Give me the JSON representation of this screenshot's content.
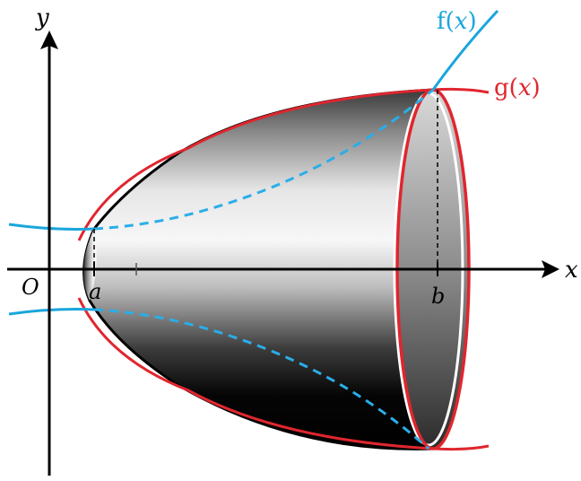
{
  "axes": {
    "x_label": "x",
    "y_label": "y",
    "origin_label": "O"
  },
  "points": {
    "a_label": "a",
    "b_label": "b"
  },
  "curves": {
    "f": {
      "name": "f",
      "variable": "x",
      "color": "#1aa6dc"
    },
    "g": {
      "name": "g",
      "variable": "x",
      "color": "#e0262e"
    }
  },
  "colors": {
    "axis": "#000000",
    "solid_dark": "#050505",
    "solid_light": "#f2f2f2",
    "dashed": "#2aaee8"
  }
}
